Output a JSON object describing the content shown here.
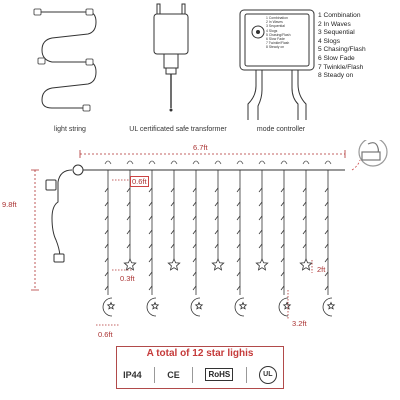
{
  "captions": {
    "light_string": "light string",
    "transformer": "UL certificated safe transformer",
    "controller": "mode controller"
  },
  "controller_panel_lines": [
    "1 Combination",
    "2 In Waves",
    "3 Sequential",
    "4 Slogs",
    "5 Chasing/Flash",
    "6 Slow Fade",
    "7 Twinkle/Flash",
    "8 Steady on"
  ],
  "modes": [
    "1 Combination",
    "2 In Waves",
    "3 Sequential",
    "4 Slogs",
    "5 Chasing/Flash",
    "6 Slow Fade",
    "7 Twinkle/Flash",
    "8 Steady on"
  ],
  "dimensions": {
    "width": "6.7ft",
    "lead": "9.8ft",
    "spacing": "0.6ft",
    "star_drop": "0.3ft",
    "long_drop": "2ft",
    "moon_drop": "3.2ft",
    "moon_width": "0.6ft"
  },
  "banner": "A total of 12 star lighis",
  "certifications": {
    "ip": "IP44",
    "ce": "CE",
    "rohs": "RoHS",
    "ul": "UL"
  },
  "colors": {
    "accent": "#c53a3a",
    "dimension": "#b03030",
    "wire": "#333333"
  }
}
